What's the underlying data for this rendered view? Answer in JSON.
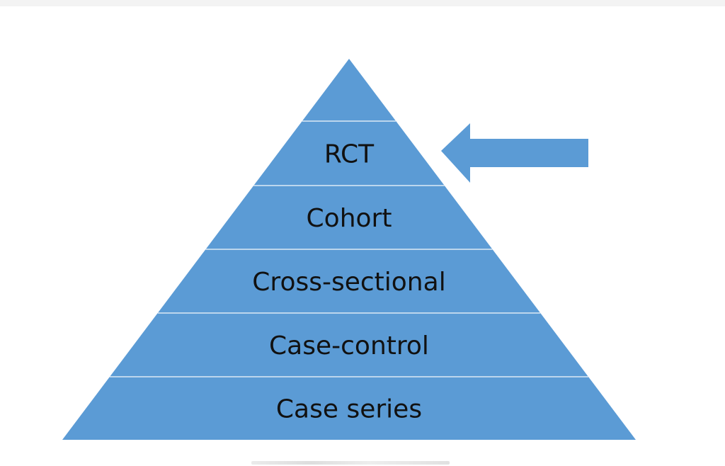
{
  "diagram": {
    "title": "",
    "fill_color": "#5b9bd5",
    "separator_color": "#dde9f5",
    "label_color": "#111111",
    "layers": [
      {
        "label": ""
      },
      {
        "label": "RCT"
      },
      {
        "label": "Cohort"
      },
      {
        "label": "Cross-sectional"
      },
      {
        "label": "Case-control"
      },
      {
        "label": "Case series"
      }
    ],
    "arrow": {
      "points_to_layer": 1,
      "direction": "left",
      "icon": "arrow-left-icon"
    }
  }
}
